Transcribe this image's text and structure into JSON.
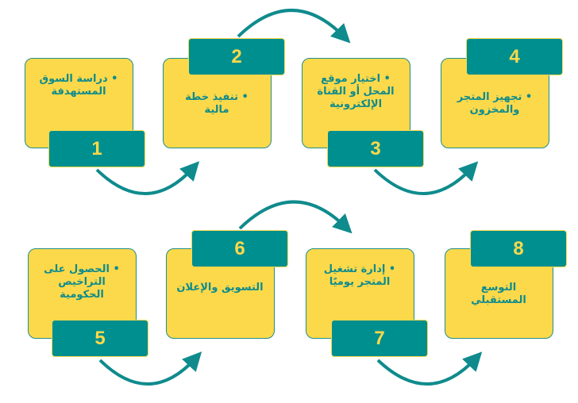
{
  "steps": [
    {
      "number": "1",
      "text": "دراسة السوق المستهدفة",
      "bullet": true
    },
    {
      "number": "2",
      "text": "تنفيذ خطة مالية",
      "bullet": true
    },
    {
      "number": "3",
      "text": "اختيار موقع المحل أو القناة الإلكترونية",
      "bullet": true
    },
    {
      "number": "4",
      "text": "تجهيز المتجر والمخزون",
      "bullet": true
    },
    {
      "number": "5",
      "text": "الحصول على التراخيص الحكومية",
      "bullet": true
    },
    {
      "number": "6",
      "text": "التسويق والإعلان",
      "bullet": false
    },
    {
      "number": "7",
      "text": "إدارة تشغيل المتجر يوميًا",
      "bullet": true
    },
    {
      "number": "8",
      "text": "التوسع المستقبلي",
      "bullet": false
    }
  ],
  "colors": {
    "box": "#fcd94a",
    "label": "#008f8f",
    "arrow": "#0f8b8d"
  }
}
